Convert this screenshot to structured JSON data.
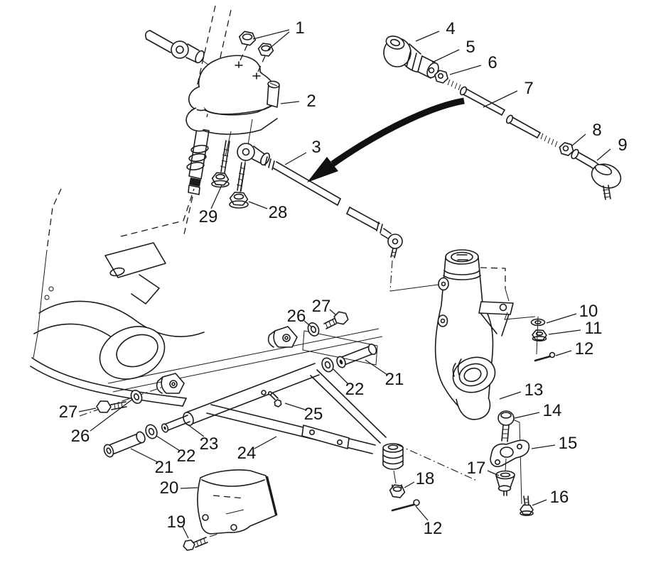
{
  "figure": {
    "type": "exploded-parts-diagram",
    "subject": "steering and a-arm suspension assembly",
    "background_color": "#ffffff",
    "line_color": "#1c1c1c",
    "callouts": [
      {
        "label": "1"
      },
      {
        "label": "2"
      },
      {
        "label": "3"
      },
      {
        "label": "4"
      },
      {
        "label": "5"
      },
      {
        "label": "6"
      },
      {
        "label": "7"
      },
      {
        "label": "8"
      },
      {
        "label": "9"
      },
      {
        "label": "10"
      },
      {
        "label": "11"
      },
      {
        "label": "12"
      },
      {
        "label": "13"
      },
      {
        "label": "14"
      },
      {
        "label": "15"
      },
      {
        "label": "16"
      },
      {
        "label": "17"
      },
      {
        "label": "18"
      },
      {
        "label": "12"
      },
      {
        "label": "19"
      },
      {
        "label": "20"
      },
      {
        "label": "21"
      },
      {
        "label": "22"
      },
      {
        "label": "23"
      },
      {
        "label": "24"
      },
      {
        "label": "25"
      },
      {
        "label": "26"
      },
      {
        "label": "27"
      },
      {
        "label": "26"
      },
      {
        "label": "27"
      },
      {
        "label": "21"
      },
      {
        "label": "22"
      },
      {
        "label": "28"
      },
      {
        "label": "29"
      }
    ]
  }
}
